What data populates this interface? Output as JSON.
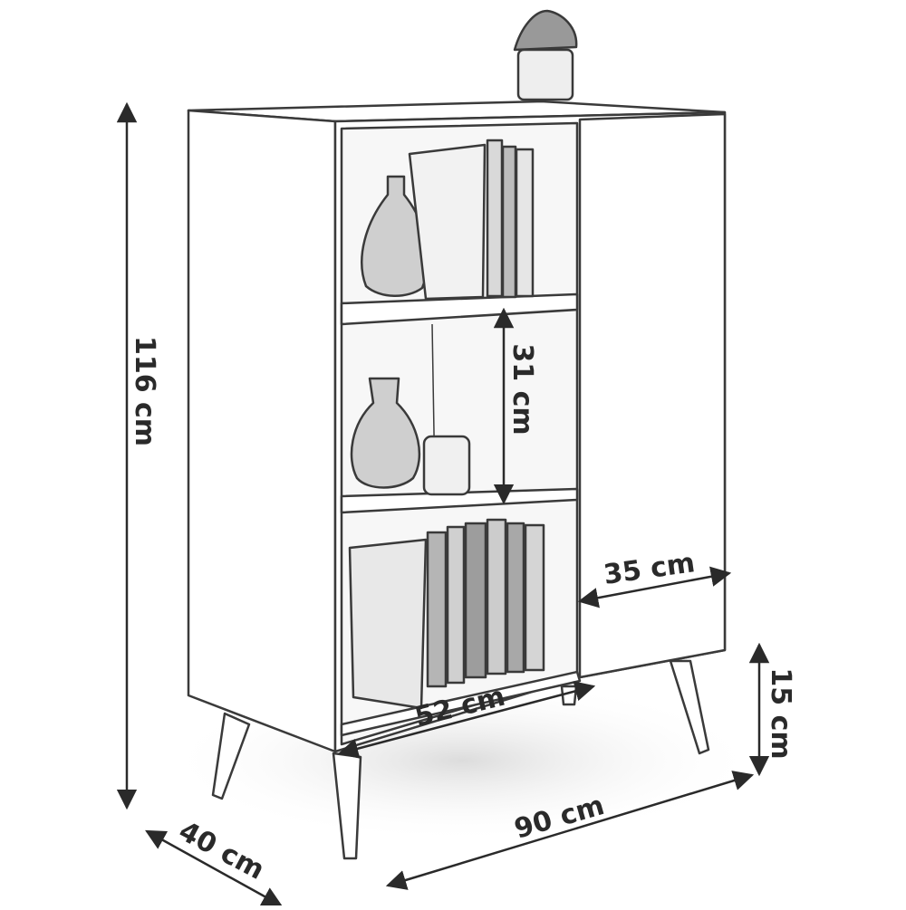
{
  "figure": {
    "subject": "bookcase with shelves, side door and tapered legs",
    "line_color": "#3a3a3a",
    "fill_color": "#ffffff",
    "shadow_color": "#e4e4e4"
  },
  "dimensions": {
    "height_total": "116 cm",
    "shelf_gap": "31 cm",
    "door_width": "35 cm",
    "shelf_width": "52 cm",
    "leg_height": "15 cm",
    "total_width": "90 cm",
    "depth": "40 cm"
  }
}
